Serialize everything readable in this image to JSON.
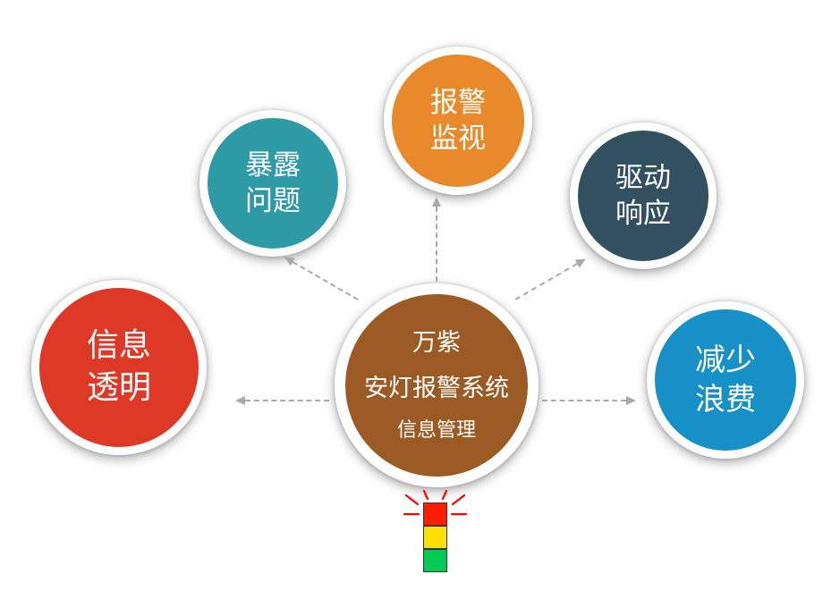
{
  "diagram": {
    "center": {
      "line1": "万紫",
      "line2": "安灯报警系统",
      "line3": "信息管理",
      "color": "#9C5A24"
    },
    "satellites": {
      "info": {
        "line1": "信息",
        "line2": "透明",
        "color": "#DE3826"
      },
      "expose": {
        "line1": "暴露",
        "line2": "问题",
        "color": "#2E9AA6"
      },
      "alarm": {
        "line1": "报警",
        "line2": "监视",
        "color": "#E8892B"
      },
      "drive": {
        "line1": "驱动",
        "line2": "响应",
        "color": "#32505F"
      },
      "waste": {
        "line1": "减少",
        "line2": "浪费",
        "color": "#1690C6"
      }
    },
    "arrow_color": "#A9A9A9",
    "andon_light": {
      "red": "#FF1F00",
      "yellow": "#FFE000",
      "green": "#00CC55",
      "ray_color": "#FF0000"
    }
  }
}
